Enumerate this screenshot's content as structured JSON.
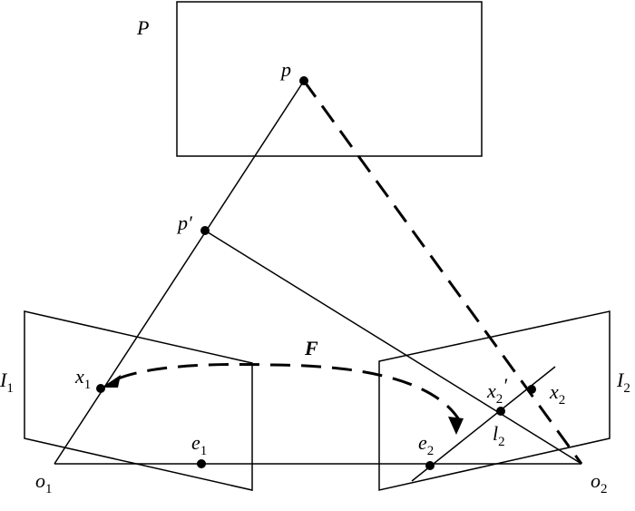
{
  "labels": {
    "plane": "P",
    "point_p": "p",
    "point_p_prime": "p′",
    "image1_letter": "I",
    "image1_sub": "1",
    "image2_letter": "I",
    "image2_sub": "2",
    "x1_letter": "x",
    "x1_sub": "1",
    "x2_letter": "x",
    "x2_sub": "2",
    "x2p_letter": "x",
    "x2p_sub": "2",
    "x2p_mark": "′",
    "e1_letter": "e",
    "e1_sub": "1",
    "e2_letter": "e",
    "e2_sub": "2",
    "l2_letter": "l",
    "l2_sub": "2",
    "o1_letter": "o",
    "o1_sub": "1",
    "o2_letter": "o",
    "o2_sub": "2",
    "fundamental": "F"
  }
}
